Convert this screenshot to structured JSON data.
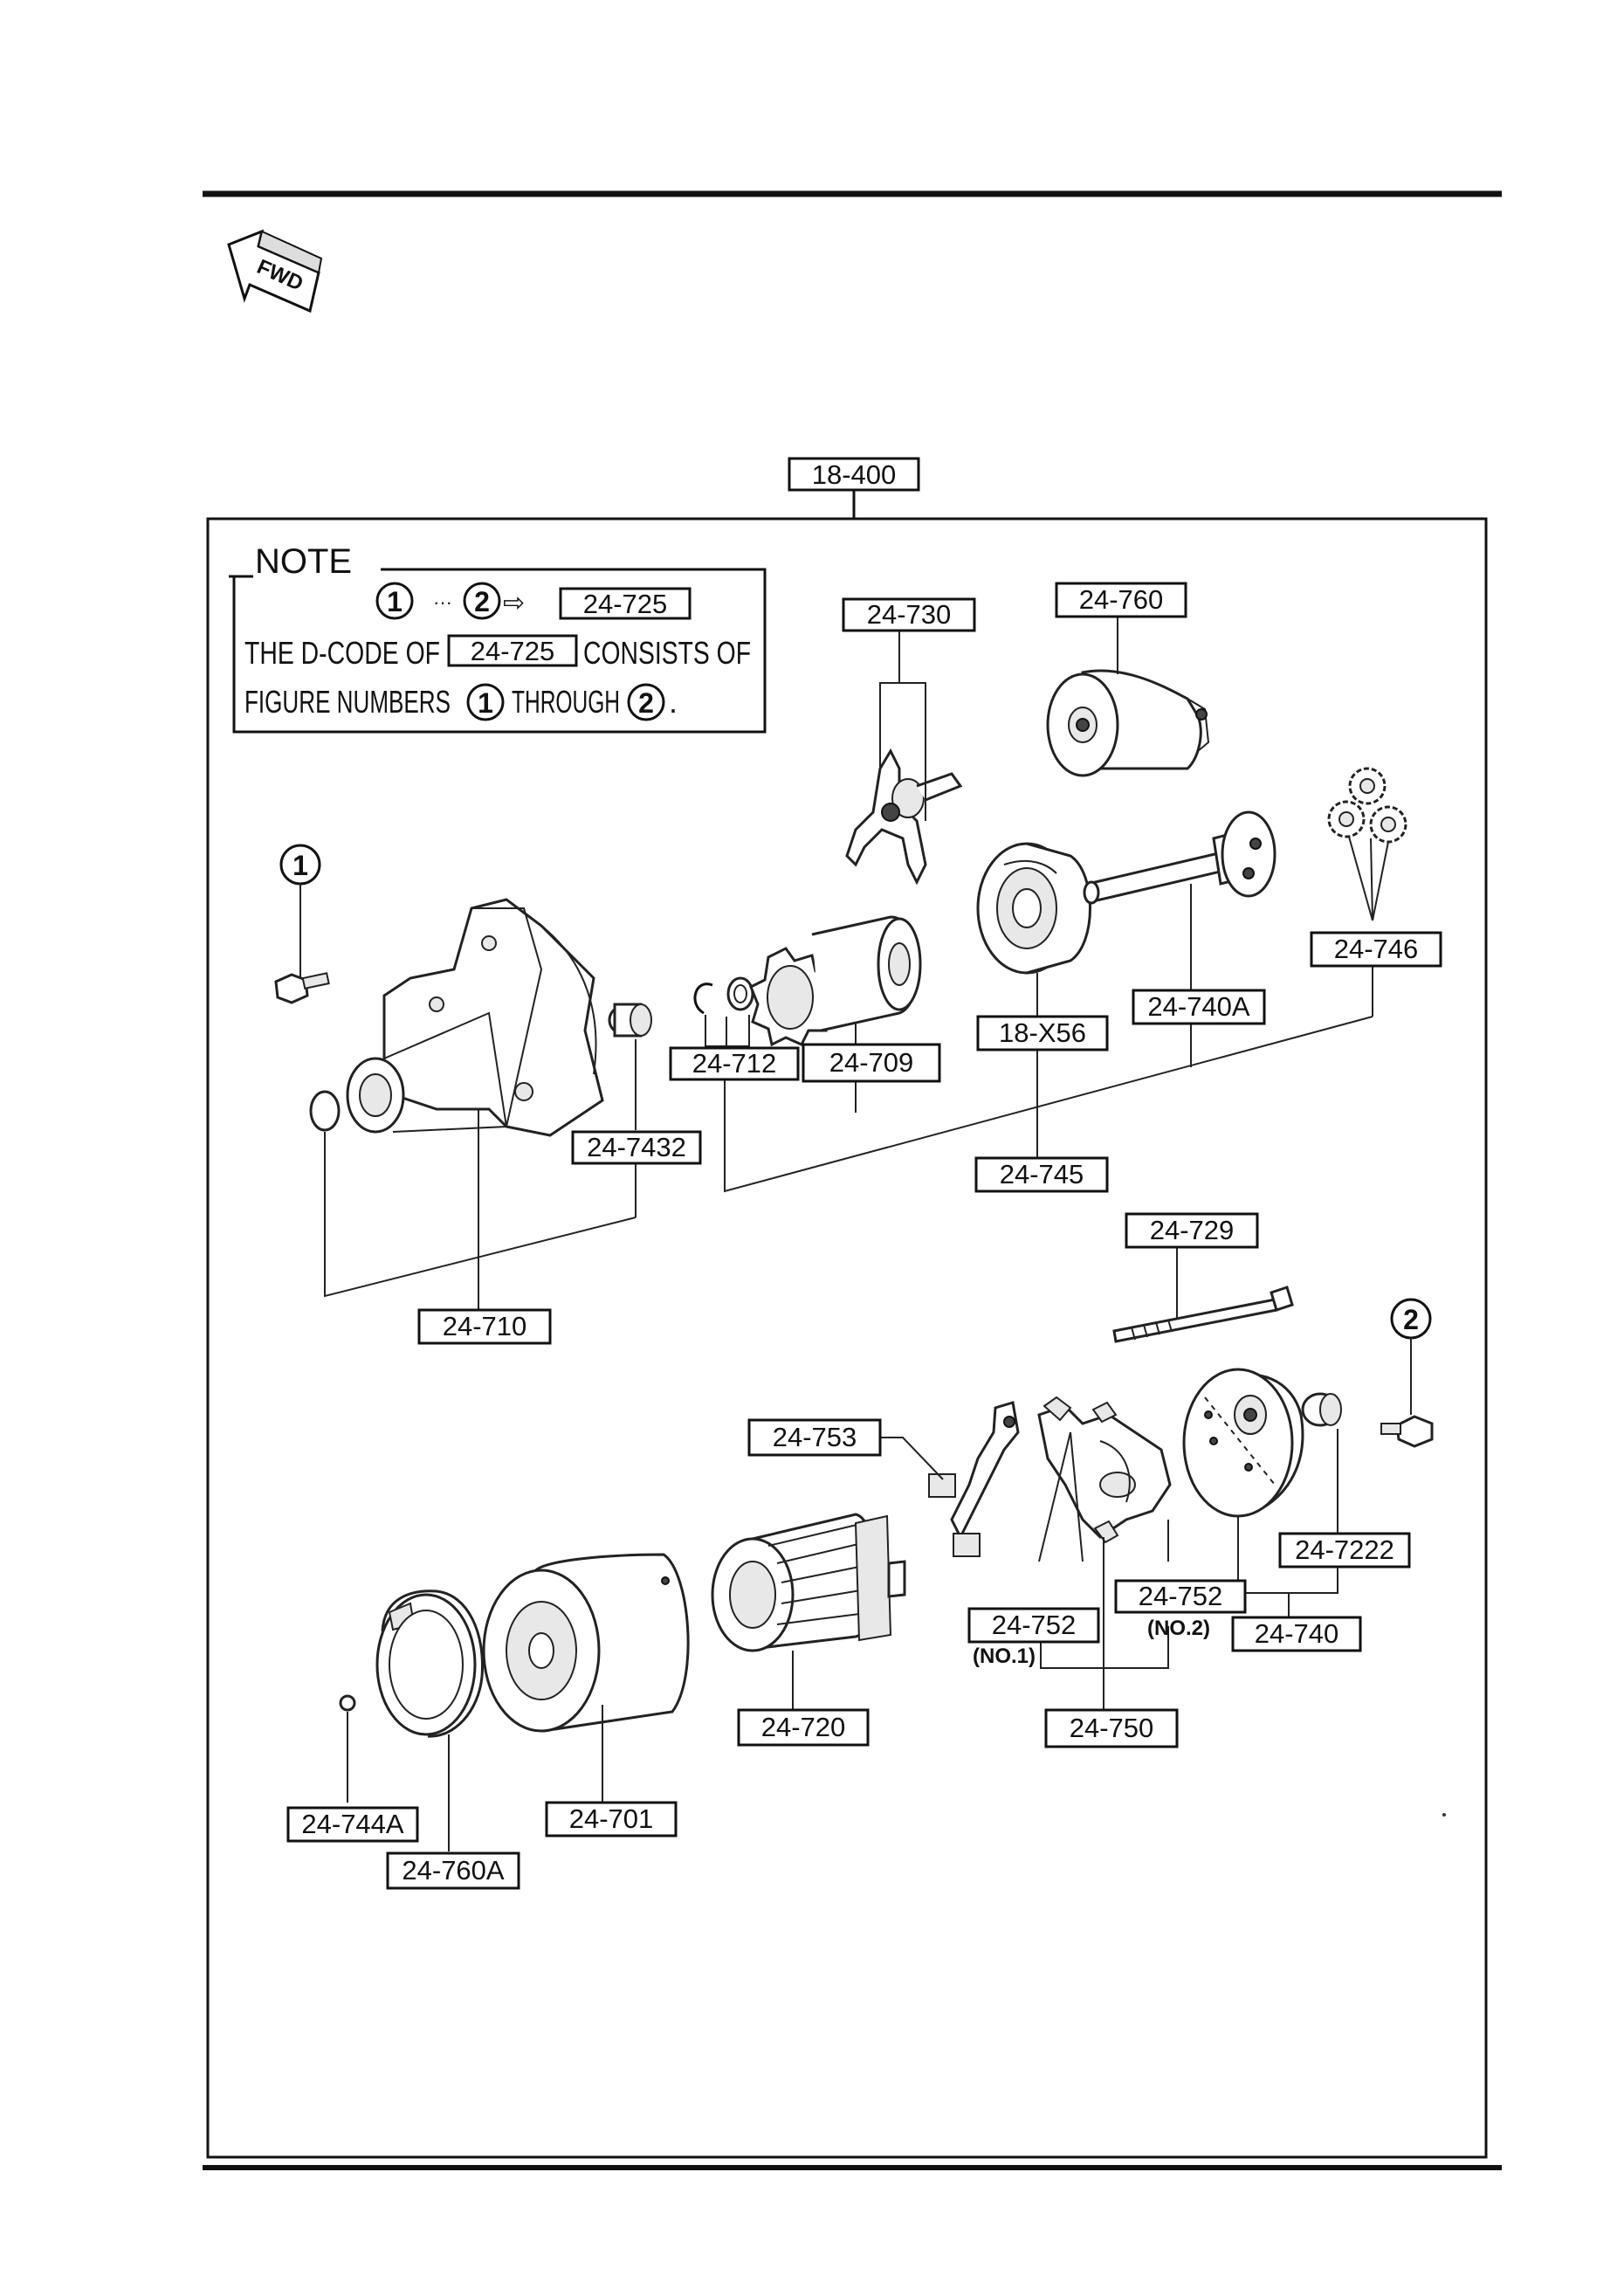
{
  "fwd_label": "FWD",
  "assembly_label": "18-400",
  "note": {
    "title": "NOTE",
    "marker_1": "1",
    "marker_ellipsis": "···",
    "marker_2": "2",
    "arrow": "⇨",
    "dcode": "24-725",
    "line2_pre": "THE D-CODE OF",
    "line2_code": "24-725",
    "line2_post": "CONSISTS OF",
    "line3_pre": "FIGURE NUMBERS",
    "line3_mid": "THROUGH",
    "line3_end": "."
  },
  "callouts": {
    "c1": "1",
    "c2": "2"
  },
  "labels": {
    "l_24_730": "24-730",
    "l_24_760": "24-760",
    "l_24_746": "24-746",
    "l_24_740A": "24-740A",
    "l_18_X56": "18-X56",
    "l_24_709": "24-709",
    "l_24_712": "24-712",
    "l_24_7432": "24-7432",
    "l_24_745": "24-745",
    "l_24_710": "24-710",
    "l_24_729": "24-729",
    "l_24_753": "24-753",
    "l_24_7222": "24-7222",
    "l_24_752_no2": "24-752",
    "l_24_752_no1": "24-752",
    "l_24_740": "24-740",
    "l_24_750": "24-750",
    "l_24_720": "24-720",
    "l_24_701": "24-701",
    "l_24_744A": "24-744A",
    "l_24_760A": "24-760A"
  },
  "sublabels": {
    "no1": "(NO.1)",
    "no2": "(NO.2)"
  }
}
